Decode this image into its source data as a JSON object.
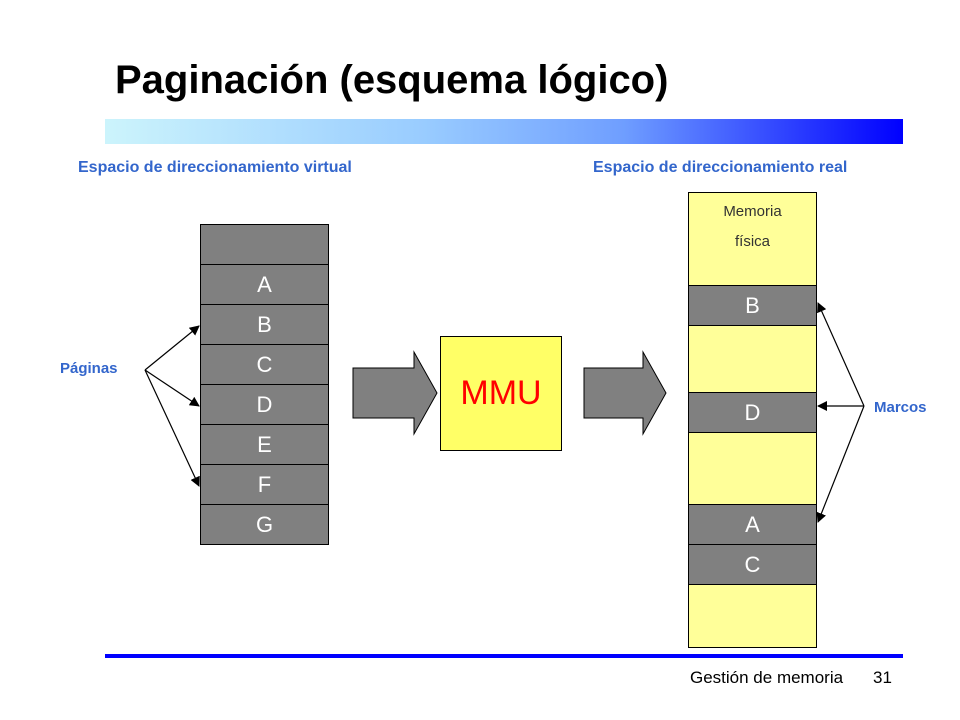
{
  "title": "Paginación (esquema lógico)",
  "headings": {
    "virtual": "Espacio de direccionamiento virtual",
    "real": "Espacio de direccionamiento real"
  },
  "virtual_pages": [
    "A",
    "B",
    "C",
    "D",
    "E",
    "F",
    "G"
  ],
  "mmu_label": "MMU",
  "memory": {
    "label_line1": "Memoria",
    "label_line2": "física",
    "frames": [
      "B",
      "D",
      "A",
      "C"
    ]
  },
  "labels": {
    "pages": "Páginas",
    "frames": "Marcos"
  },
  "footer": {
    "text": "Gestión de memoria",
    "page_number": "31"
  },
  "colors": {
    "accent": "#3366cc",
    "cell_fill": "#808080",
    "memory_fill": "#ffff99",
    "mmu_fill": "#ffff66",
    "mmu_text": "#ff0000"
  }
}
